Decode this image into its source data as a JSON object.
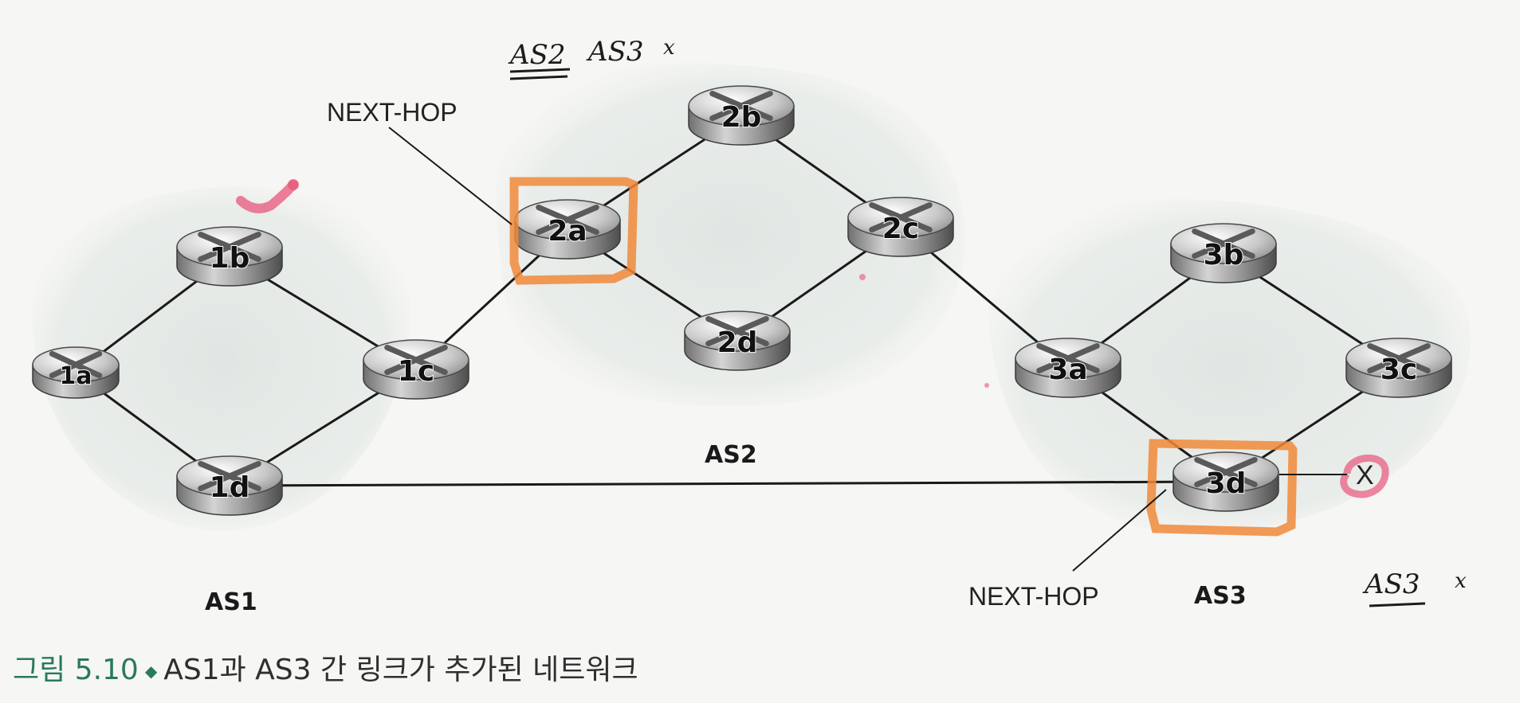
{
  "figure": {
    "number": "그림 5.10",
    "bullet": "◆",
    "title": "AS1과 AS3 간 링크가 추가된 네트워크"
  },
  "autonomous_systems": [
    {
      "id": "AS1",
      "label": "AS1"
    },
    {
      "id": "AS2",
      "label": "AS2"
    },
    {
      "id": "AS3",
      "label": "AS3"
    }
  ],
  "routers": [
    {
      "id": "1a",
      "label": "1a"
    },
    {
      "id": "1b",
      "label": "1b"
    },
    {
      "id": "1c",
      "label": "1c"
    },
    {
      "id": "1d",
      "label": "1d"
    },
    {
      "id": "2a",
      "label": "2a"
    },
    {
      "id": "2b",
      "label": "2b"
    },
    {
      "id": "2c",
      "label": "2c"
    },
    {
      "id": "2d",
      "label": "2d"
    },
    {
      "id": "3a",
      "label": "3a"
    },
    {
      "id": "3b",
      "label": "3b"
    },
    {
      "id": "3c",
      "label": "3c"
    },
    {
      "id": "3d",
      "label": "3d"
    }
  ],
  "links": [
    [
      "1a",
      "1b"
    ],
    [
      "1b",
      "1c"
    ],
    [
      "1a",
      "1d"
    ],
    [
      "1d",
      "1c"
    ],
    [
      "1c",
      "2a"
    ],
    [
      "2a",
      "2b"
    ],
    [
      "2b",
      "2c"
    ],
    [
      "2a",
      "2d"
    ],
    [
      "2d",
      "2c"
    ],
    [
      "2c",
      "3a"
    ],
    [
      "3a",
      "3b"
    ],
    [
      "3b",
      "3c"
    ],
    [
      "3a",
      "3d"
    ],
    [
      "3d",
      "3c"
    ],
    [
      "1d",
      "3d"
    ]
  ],
  "next_hop_labels": [
    "NEXT-HOP",
    "NEXT-HOP"
  ],
  "destination_x": "X",
  "annotations": {
    "handwritten_top": [
      "AS2",
      "AS3",
      "x"
    ],
    "handwritten_bottom": [
      "AS3",
      "x"
    ]
  },
  "colors": {
    "highlight_box": "#f08a3a",
    "pink_mark": "#e8567a",
    "as_cloud": "#e4e9e6",
    "link": "#1a1a1a",
    "caption_accent": "#2a7a5a"
  }
}
